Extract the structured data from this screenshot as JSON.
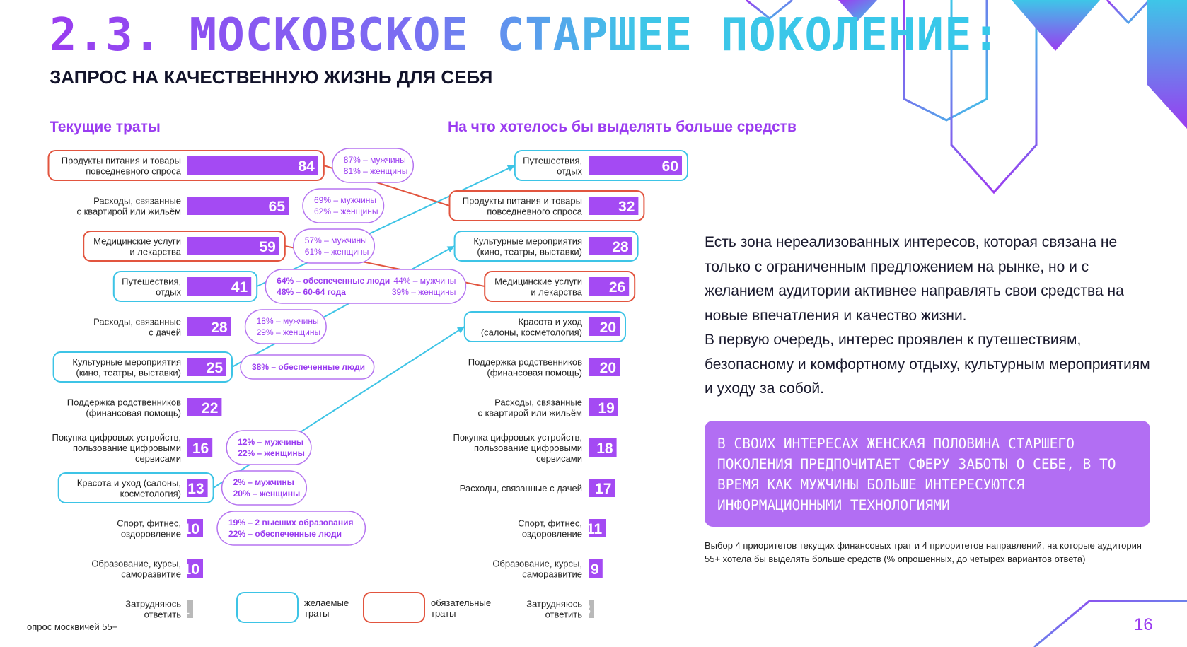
{
  "header": {
    "title": "2.3. МОСКОВСКОЕ СТАРШЕЕ ПОКОЛЕНИЕ:",
    "subtitle": "ЗАПРОС НА КАЧЕСТВЕННУЮ ЖИЗНЬ ДЛЯ СЕБЯ"
  },
  "colors": {
    "bar": "#a44af3",
    "bar_unsure": "#b9b9b9",
    "desired_outline": "#3dc4e6",
    "mandatory_outline": "#e2553f",
    "bubble_outline": "#b574f0",
    "bubble_text": "#9a3cf0"
  },
  "chart_data": [
    {
      "type": "bar",
      "title": "Текущие траты",
      "categories": [
        [
          "Продукты питания и товары",
          "повседневного спроса"
        ],
        [
          "Расходы, связанные",
          "с квартирой или жильём"
        ],
        [
          "Медицинские услуги",
          "и лекарства"
        ],
        [
          "Путешествия,",
          "отдых"
        ],
        [
          "Расходы, связанные",
          "с дачей"
        ],
        [
          "Культурные мероприятия",
          "(кино, театры, выставки)"
        ],
        [
          "Поддержка родственников",
          "(финансовая помощь)"
        ],
        [
          "Покупка цифровых устройств,",
          "пользование цифровыми",
          "сервисами"
        ],
        [
          "Красота и уход (салоны,",
          "косметология)"
        ],
        [
          "Спорт, фитнес,",
          "оздоровление"
        ],
        [
          "Образование, курсы,",
          "саморазвитие"
        ],
        [
          "Затрудняюсь",
          "ответить"
        ]
      ],
      "values": [
        84,
        65,
        59,
        41,
        28,
        25,
        22,
        16,
        13,
        10,
        10,
        1
      ],
      "highlight": [
        "mandatory",
        "",
        "mandatory",
        "desired",
        "",
        "desired",
        "",
        "",
        "desired",
        "",
        "",
        ""
      ],
      "annotations": [
        {
          "row": 0,
          "lines": [
            "87% – мужчины",
            "81% – женщины"
          ],
          "bold": false
        },
        {
          "row": 1,
          "lines": [
            "69% – мужчины",
            "62% – женщины"
          ],
          "bold": false
        },
        {
          "row": 2,
          "lines": [
            "57% – мужчины",
            "61% – женщины"
          ],
          "bold": false
        },
        {
          "row": 3,
          "lines": [
            "64% – обеспеченные люди",
            "48% – 60-64 года"
          ],
          "side": [
            "44% – мужчины",
            "39% – женщины"
          ],
          "bold": true
        },
        {
          "row": 4,
          "lines": [
            "18% – мужчины",
            "29% – женщины"
          ],
          "bold": false
        },
        {
          "row": 5,
          "lines": [
            "38% – обеспеченные люди"
          ],
          "bold": true
        },
        {
          "row": 7,
          "lines": [
            "12% – мужчины",
            "22% – женщины"
          ],
          "bold": true
        },
        {
          "row": 8,
          "lines": [
            "2% – мужчины",
            "20% – женщины"
          ],
          "bold": true
        },
        {
          "row": 9,
          "lines": [
            "19% – 2 высших образования",
            "22% – обеспеченные люди"
          ],
          "bold": true
        }
      ]
    },
    {
      "type": "bar",
      "title": "На что хотелось бы выделять больше средств",
      "categories": [
        [
          "Путешествия,",
          "отдых"
        ],
        [
          "Продукты питания и товары",
          "повседневного спроса"
        ],
        [
          "Культурные мероприятия",
          "(кино, театры, выставки)"
        ],
        [
          "Медицинские услуги",
          "и лекарства"
        ],
        [
          "Красота и уход",
          "(салоны, косметология)"
        ],
        [
          "Поддержка родственников",
          "(финансовая помощь)"
        ],
        [
          "Расходы, связанные",
          "с квартирой или жильём"
        ],
        [
          "Покупка цифровых устройств,",
          "пользование цифровыми",
          "сервисами"
        ],
        [
          "Расходы, связанные с дачей"
        ],
        [
          "Спорт, фитнес,",
          "оздоровление"
        ],
        [
          "Образование, курсы,",
          "саморазвитие"
        ],
        [
          "Затрудняюсь",
          "ответить"
        ]
      ],
      "values": [
        60,
        32,
        28,
        26,
        20,
        20,
        19,
        18,
        17,
        11,
        9,
        3
      ],
      "highlight": [
        "desired",
        "mandatory",
        "desired",
        "mandatory",
        "desired",
        "",
        "",
        "",
        "",
        "",
        "",
        ""
      ]
    }
  ],
  "connections": [
    {
      "from": 0,
      "to": 1,
      "kind": "mandatory"
    },
    {
      "from": 2,
      "to": 3,
      "kind": "mandatory"
    },
    {
      "from": 3,
      "to": 0,
      "kind": "desired"
    },
    {
      "from": 5,
      "to": 2,
      "kind": "desired"
    },
    {
      "from": 8,
      "to": 4,
      "kind": "desired"
    }
  ],
  "legend": {
    "desired": [
      "желаемые",
      "траты"
    ],
    "mandatory": [
      "обязательные",
      "траты"
    ]
  },
  "text": {
    "paragraph1": "Есть зона нереализованных интересов, которая связана не только с ограниченным предложением на рынке, но и с желанием аудитории активнее направлять свои средства на новые впечатления и качество жизни.",
    "paragraph2": "В первую очередь, интерес проявлен к путешествиям, безопасному и комфортному отдыху, культурным мероприятиям и уходу за собой.",
    "highlight": "В своих интересах женская половина старшего поколения предпочитает сферу заботы о себе, в то время как мужчины больше интересуются информационными технологиями",
    "footnote": "Выбор 4 приоритетов текущих финансовых трат и 4 приоритетов направлений, на которые аудитория 55+ хотела бы выделять больше средств (% опрошенных, до четырех вариантов ответа)"
  },
  "footer": {
    "source": "опрос москвичей 55+",
    "page_number": "16"
  }
}
